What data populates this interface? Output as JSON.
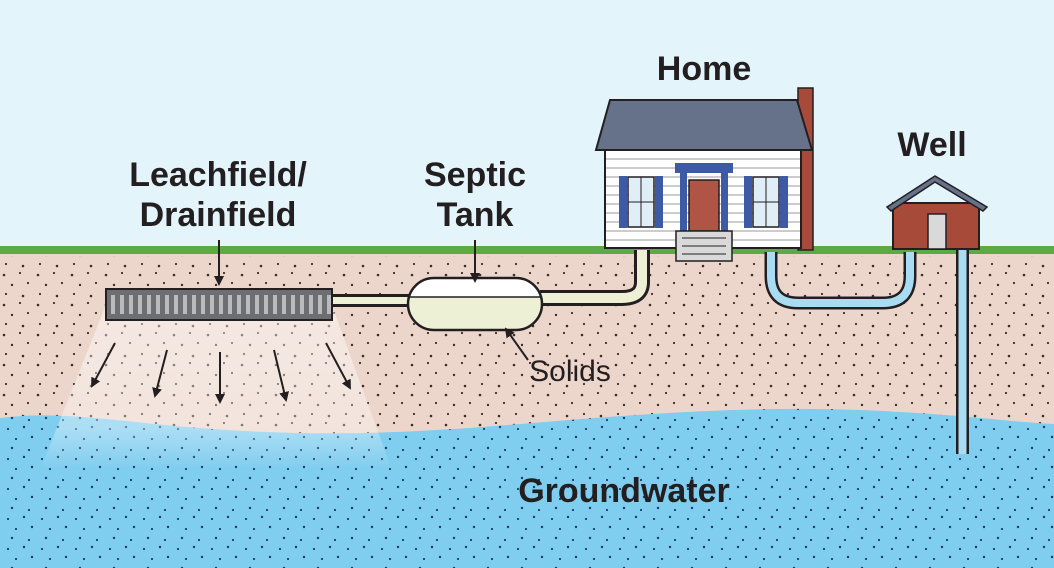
{
  "labels": {
    "home": "Home",
    "well": "Well",
    "septic_line1": "Septic",
    "septic_line2": "Tank",
    "leach_line1": "Leachfield/",
    "leach_line2": "Drainfield",
    "solids": "Solids",
    "groundwater": "Groundwater"
  },
  "colors": {
    "sky": "#e3f4fb",
    "grass": "#5aab46",
    "soil": "#ecd6cb",
    "groundwater": "#7fcdef",
    "roof": "#66728a",
    "siding": "#ffffff",
    "door": "#b05545",
    "trim": "#3c5aa6",
    "chimney": "#a84a3a",
    "well_house": "#a84a3a",
    "tank_liquid": "#ffffff",
    "tank_solids": "#eef0d6",
    "effluent_pipe": "#eef0d6",
    "water_pipe": "#a9dcf2",
    "drainfield": "#6d6e71",
    "outline": "#231f20"
  }
}
